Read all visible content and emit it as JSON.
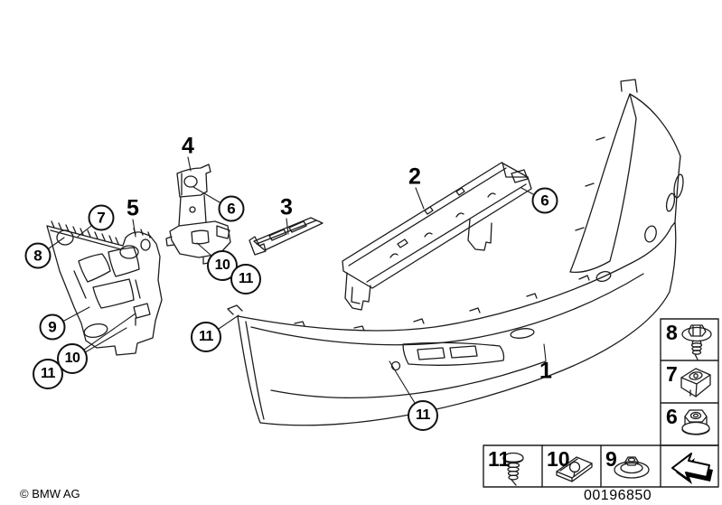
{
  "footer": {
    "copyright": "© BMW AG",
    "part_number": "00196850"
  },
  "diagram": {
    "description_colors": {
      "line": "#1c1c1c",
      "background": "#ffffff"
    },
    "callouts": [
      {
        "label": "7",
        "style": "circle"
      },
      {
        "label": "5",
        "style": "plain"
      },
      {
        "label": "8",
        "style": "circle"
      },
      {
        "label": "9",
        "style": "circle"
      },
      {
        "label": "10",
        "style": "circle"
      },
      {
        "label": "11",
        "style": "circle"
      },
      {
        "label": "4",
        "style": "plain"
      },
      {
        "label": "6",
        "style": "circle"
      },
      {
        "label": "10",
        "style": "circle"
      },
      {
        "label": "11",
        "style": "circle"
      },
      {
        "label": "3",
        "style": "plain"
      },
      {
        "label": "2",
        "style": "plain"
      },
      {
        "label": "6",
        "style": "circle"
      },
      {
        "label": "11",
        "style": "circle"
      },
      {
        "label": "11",
        "style": "circle"
      },
      {
        "label": "1",
        "style": "plain"
      }
    ],
    "legend_right": [
      {
        "label": "8",
        "icon": "screw-with-washer-icon"
      },
      {
        "label": "7",
        "icon": "expansion-rivet-icon"
      },
      {
        "label": "6",
        "icon": "flange-nut-icon"
      }
    ],
    "legend_bottom": [
      {
        "label": "11",
        "icon": "tapping-screw-icon"
      },
      {
        "label": "10",
        "icon": "speed-nut-icon"
      },
      {
        "label": "9",
        "icon": "grommet-nut-icon"
      }
    ],
    "nav": {
      "icon": "prev-page-arrow-icon"
    }
  }
}
